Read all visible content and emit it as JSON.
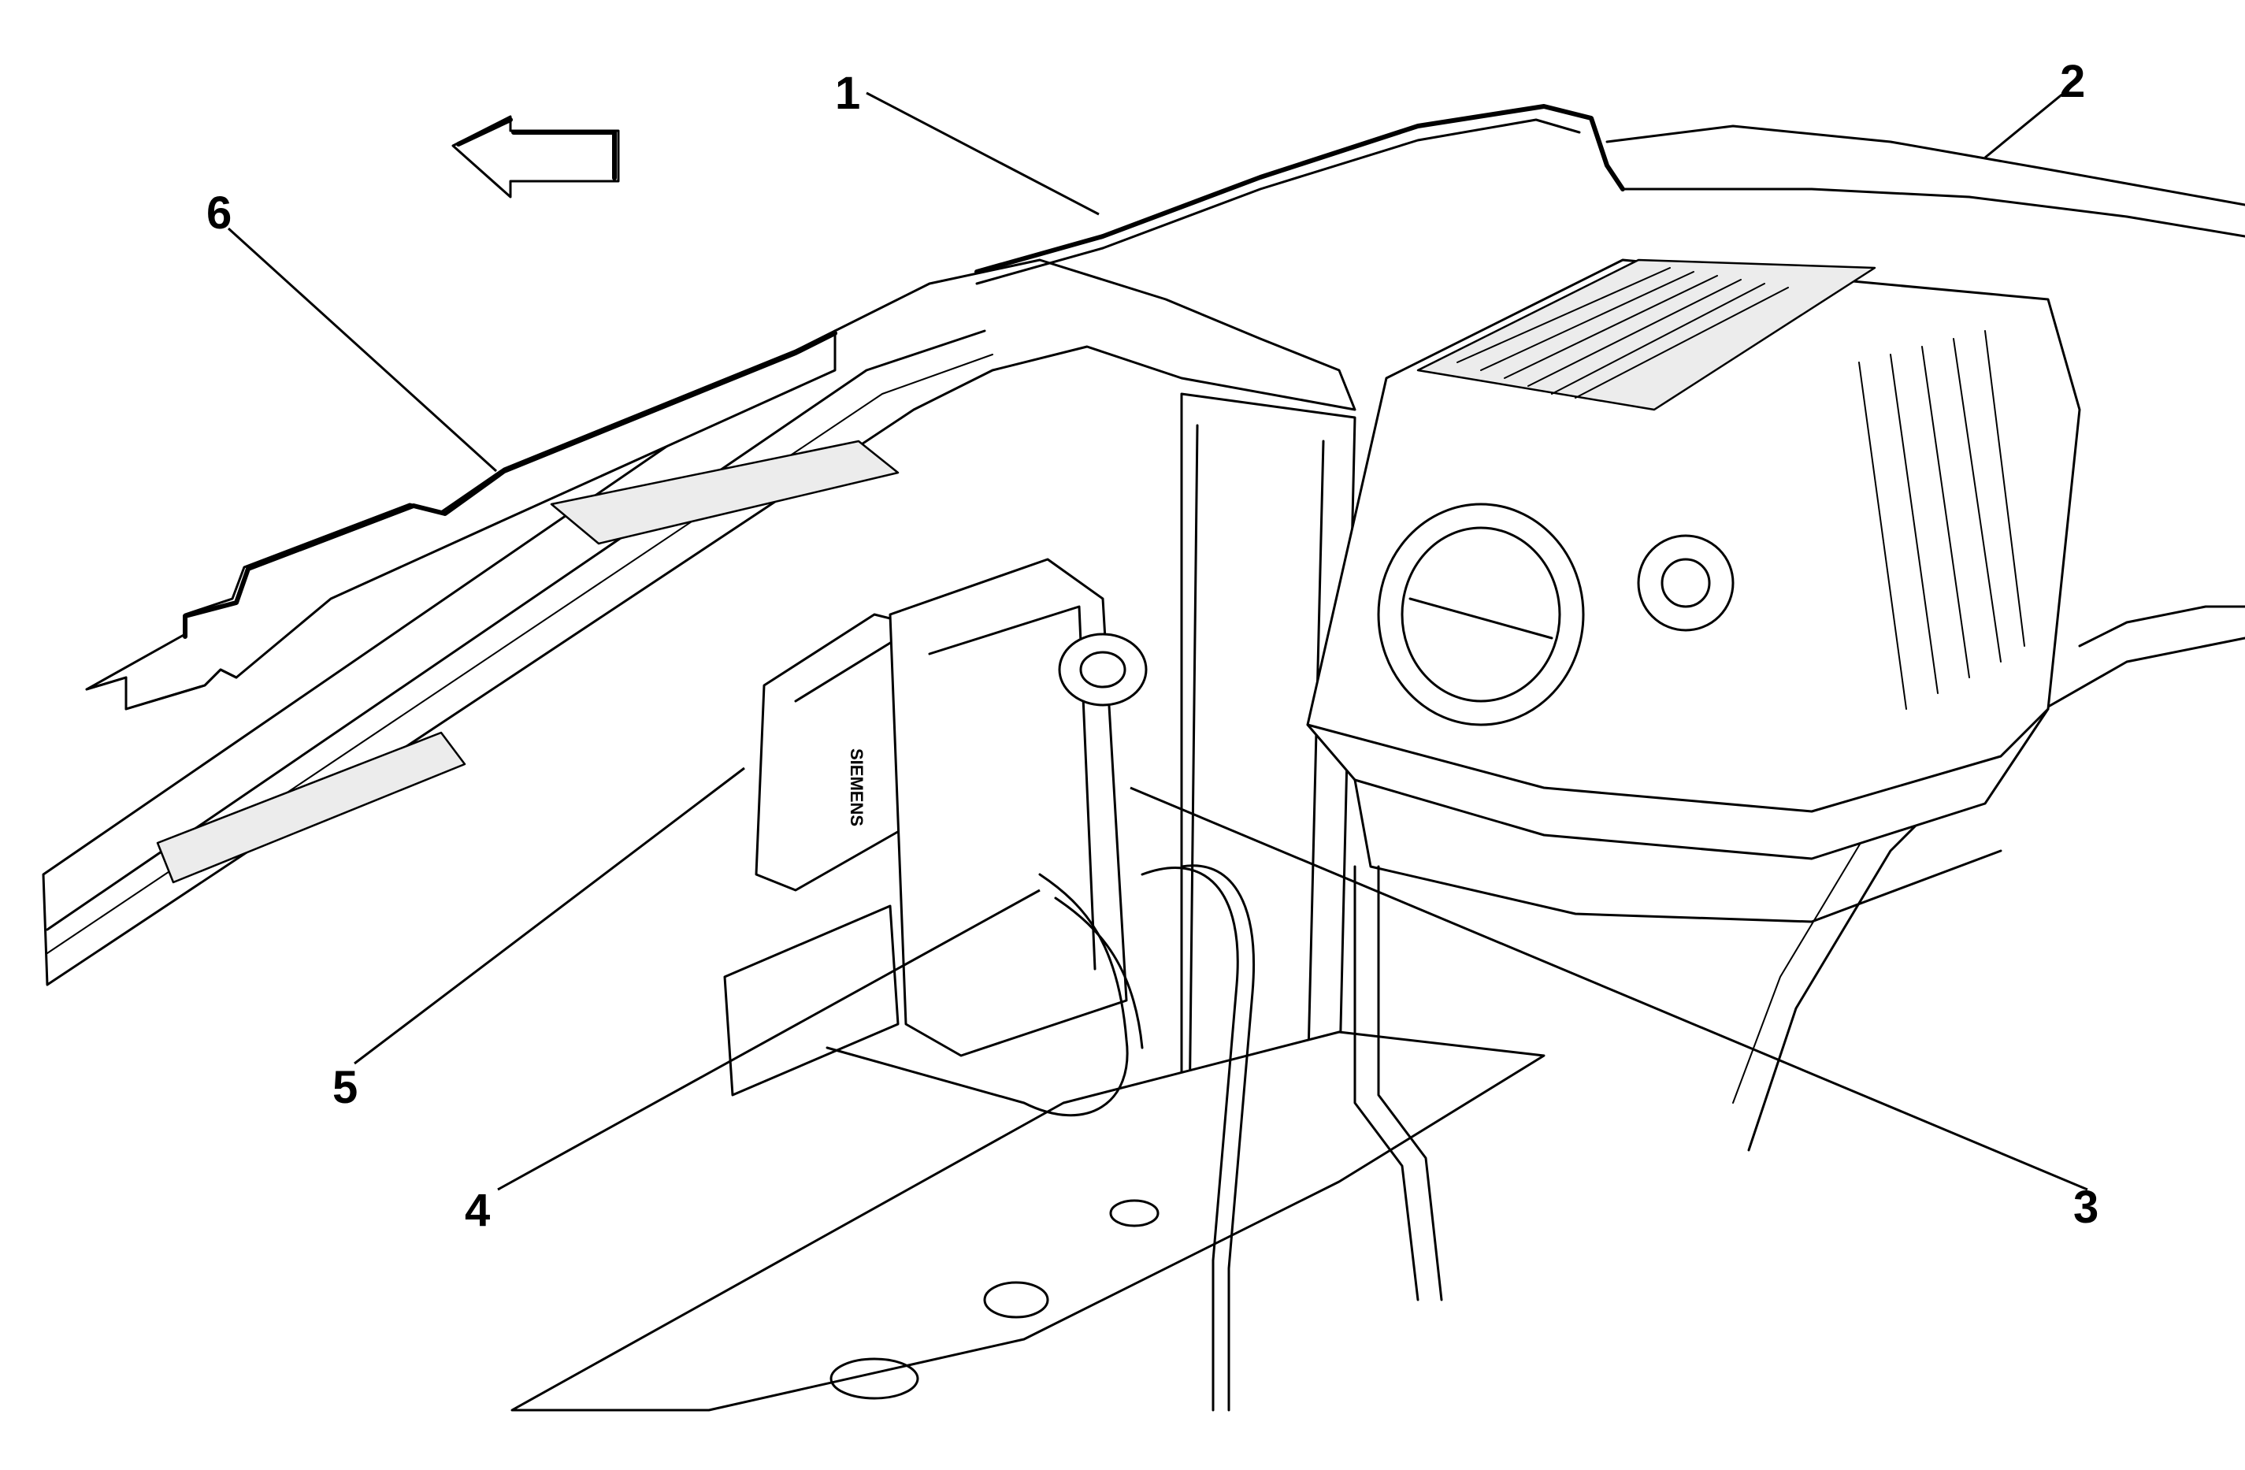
{
  "diagram": {
    "direction_arrow": "arrow-left-icon",
    "callouts": [
      {
        "id": "c1",
        "label": "1"
      },
      {
        "id": "c2",
        "label": "2"
      },
      {
        "id": "c3",
        "label": "3"
      },
      {
        "id": "c4",
        "label": "4"
      },
      {
        "id": "c5",
        "label": "5"
      },
      {
        "id": "c6",
        "label": "6"
      }
    ],
    "module_label": "SIEMENS"
  }
}
